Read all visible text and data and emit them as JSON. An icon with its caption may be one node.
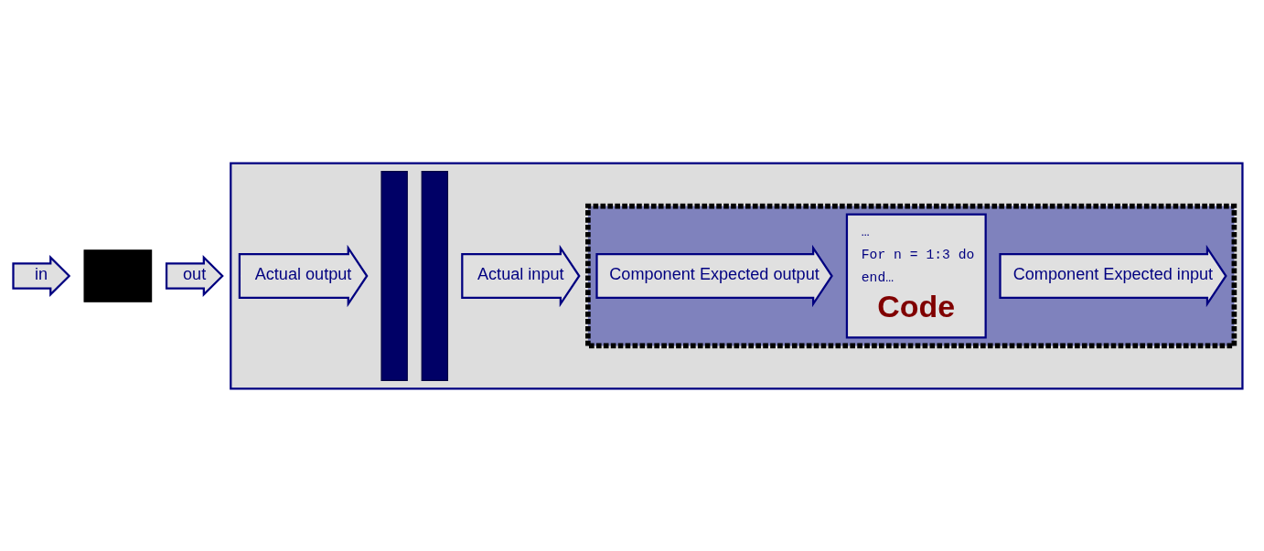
{
  "diagram": {
    "nodes": [
      {
        "text": [
          "in"
        ]
      },
      {
        "text": [],
        "shape": "box"
      },
      {
        "text": [
          "out"
        ]
      },
      {
        "text": [],
        "shape": "box"
      },
      {
        "text": [],
        "shape": "box",
        "in": 3
      },
      {
        "text": [
          "Actual input"
        ],
        "in": 3
      },
      {
        "text": [],
        "shape": "bar",
        "in": 3
      },
      {
        "text": [
          "Component Expected input"
        ],
        "in": 4
      },
      {
        "text": [
          "…",
          "For n = 1:3 do",
          "end…",
          "Code"
        ],
        "in": 4
      },
      {
        "text": [
          "Component Expected output"
        ],
        "in": 4
      },
      {
        "text": [],
        "shape": "bar",
        "in": 3
      },
      {
        "text": [
          "Actual output"
        ],
        "in": 3
      }
    ]
  }
}
